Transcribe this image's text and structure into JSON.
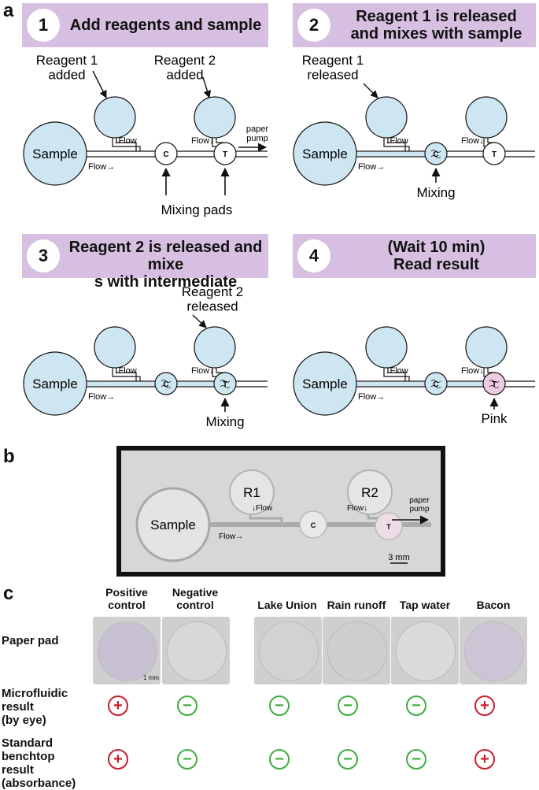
{
  "panel_a": {
    "letter": "a",
    "steps": [
      {
        "number": "1",
        "title": "Add reagents and sample"
      },
      {
        "number": "2",
        "title": "Reagent 1 is released and mixes with sample"
      },
      {
        "number": "3",
        "title": "Reagent 2 is released and mixes with intermediate"
      },
      {
        "number": "4",
        "title": "(Wait 10 min) Read result"
      }
    ],
    "labels": {
      "sample": "Sample",
      "flow": "Flow→",
      "flow_down": "↓Flow",
      "flow_down2": "Flow↓",
      "pad_c": "C",
      "pad_t": "T",
      "paper_pump": "paper pump",
      "reagent1_added": "Reagent 1 added",
      "reagent2_added": "Reagent 2 added",
      "mixing_pads": "Mixing pads",
      "reagent1_released": "Reagent 1 released",
      "mixing": "Mixing",
      "reagent2_released": "Reagent 2 released",
      "pink": "Pink"
    },
    "colors": {
      "banner": "#d6bfe1",
      "fluid": "#cde6f2",
      "pink": "#eecde4"
    }
  },
  "panel_b": {
    "letter": "b",
    "labels": {
      "r1": "R1",
      "r2": "R2",
      "sample": "Sample",
      "flow_down": "↓Flow",
      "flow_down2": "Flow↓",
      "flow": "Flow→",
      "c": "C",
      "t": "T",
      "paper_pump": "paper pump",
      "scale": "3 mm"
    }
  },
  "panel_c": {
    "letter": "c",
    "columns": [
      "Positive control",
      "Negative control",
      "Lake Union",
      "Rain runoff",
      "Tap water",
      "Bacon"
    ],
    "rows": {
      "paper_pad": "Paper pad",
      "microfluidic": "Microfluidic result (by eye)",
      "benchtop": "Standard benchtop result (absorbance)"
    },
    "scale": "1 mm",
    "microfluidic_results": [
      "+",
      "−",
      "−",
      "−",
      "−",
      "+"
    ],
    "benchtop_results": [
      "+",
      "−",
      "−",
      "−",
      "−",
      "+"
    ],
    "pad_colors": [
      "#c7c0d2",
      "#d6d8da",
      "#d0d2d4",
      "#cdcfd1",
      "#d9dadc",
      "#cdc4d6"
    ]
  }
}
